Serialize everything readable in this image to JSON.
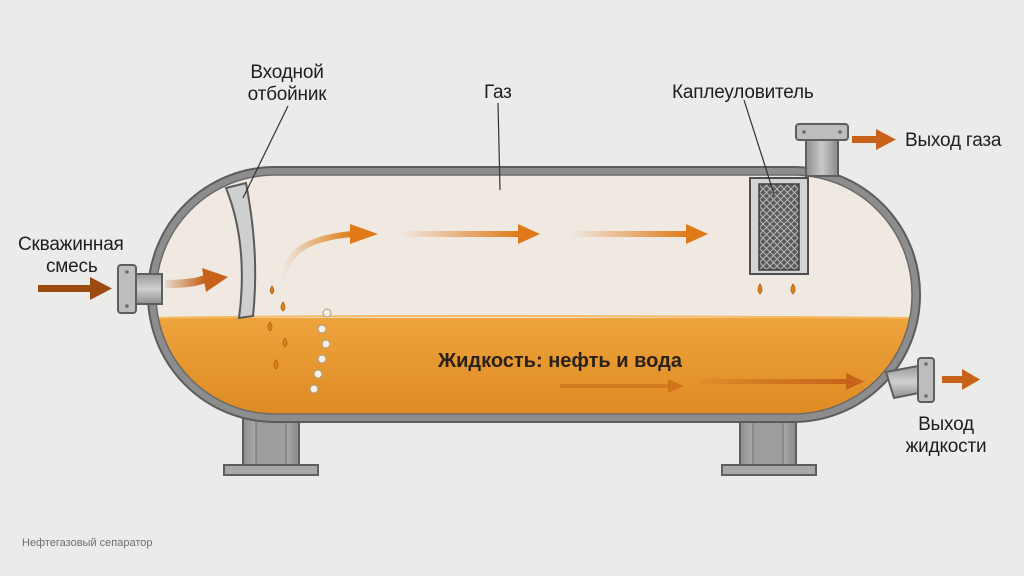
{
  "labels": {
    "inlet_deflector": [
      "Входной",
      "отбойник"
    ],
    "gas": "Газ",
    "mist_eliminator": "Каплеуловитель",
    "gas_outlet": "Выход газа",
    "well_mixture": [
      "Скважинная",
      "смесь"
    ],
    "liquid": "Жидкость: нефть и вода",
    "liquid_outlet": [
      "Выход",
      "жидкости"
    ]
  },
  "caption": "Нефтегазовый сепаратор",
  "colors": {
    "background": "#ebebea",
    "gas_zone": "#efe9e2",
    "liquid": "#e8962a",
    "arrow_inlet": "#9c4a12",
    "arrow_flow": "#e07a18",
    "vessel_steel": "#8d8d8d",
    "nozzle_steel": "#b5b5b5"
  }
}
